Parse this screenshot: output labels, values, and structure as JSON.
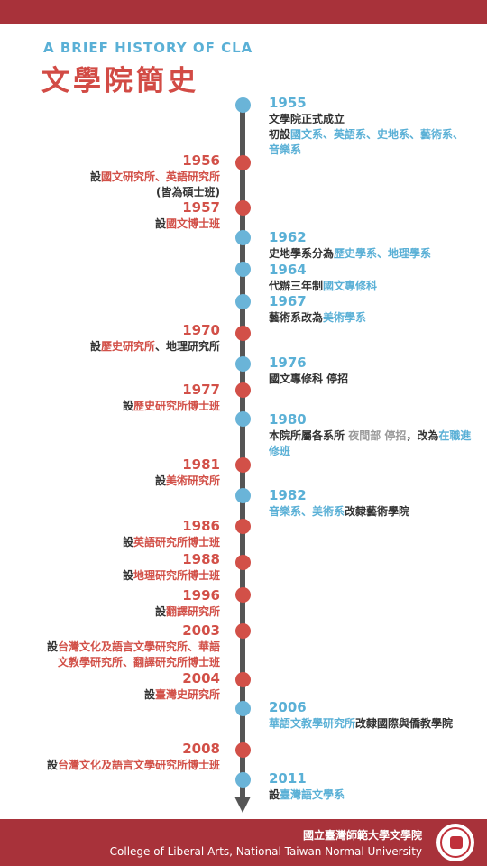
{
  "header": {
    "subtitle": "A BRIEF HISTORY OF CLA",
    "title": "文學院簡史"
  },
  "colors": {
    "accent_red": "#d25048",
    "accent_blue": "#5ab0d6",
    "bar": "#a8323a"
  },
  "events": {
    "e1955": {
      "year": "1955",
      "l1": "文學院正式成立",
      "l2a": "初設",
      "l2b": "國文系、英語系、史地系、藝術系、音樂系"
    },
    "e1956": {
      "year": "1956",
      "a": "設",
      "b": "國文研究所、英語研究所",
      "c": "(皆為碩士班)"
    },
    "e1957": {
      "year": "1957",
      "a": "設",
      "b": "國文博士班"
    },
    "e1962": {
      "year": "1962",
      "a": "史地學系分為",
      "b": "歷史學系、地理學系"
    },
    "e1964": {
      "year": "1964",
      "a": "代辦三年制",
      "b": "國文專修科"
    },
    "e1967": {
      "year": "1967",
      "a": "藝術系改為",
      "b": "美術學系"
    },
    "e1970": {
      "year": "1970",
      "a": "設",
      "b": "歷史研究所",
      "c": "、地理研究所"
    },
    "e1976": {
      "year": "1976",
      "a": "國文專修科 停招"
    },
    "e1977": {
      "year": "1977",
      "a": "設",
      "b": "歷史研究所博士班"
    },
    "e1980": {
      "year": "1980",
      "a": "本院所屬各系所 ",
      "b": "夜間部 停招",
      "c": "，改為",
      "d": "在職進修班"
    },
    "e1981": {
      "year": "1981",
      "a": "設",
      "b": "美術研究所"
    },
    "e1982": {
      "year": "1982",
      "a": "音樂系、美術系",
      "b": "改隸藝術學院"
    },
    "e1986": {
      "year": "1986",
      "a": "設",
      "b": "英語研究所博士班"
    },
    "e1988": {
      "year": "1988",
      "a": "設",
      "b": "地理研究所博士班"
    },
    "e1996": {
      "year": "1996",
      "a": "設",
      "b": "翻譯研究所"
    },
    "e2003": {
      "year": "2003",
      "a": "設",
      "b": "台灣文化及語言文學研究所、華語",
      "c": "文教學研究所、翻譯研究所博士班"
    },
    "e2004": {
      "year": "2004",
      "a": "設",
      "b": "臺灣史研究所"
    },
    "e2006": {
      "year": "2006",
      "a": "華語文教學研究所",
      "b": "改隸國際與僑教學院"
    },
    "e2008": {
      "year": "2008",
      "a": "設",
      "b": "台灣文化及語言文學研究所博士班"
    },
    "e2011": {
      "year": "2011",
      "a": "設",
      "b": "臺灣語文學系"
    }
  },
  "footer": {
    "cn": "國立臺灣師範大學文學院",
    "en": "College of Liberal Arts, National Taiwan Normal University"
  }
}
